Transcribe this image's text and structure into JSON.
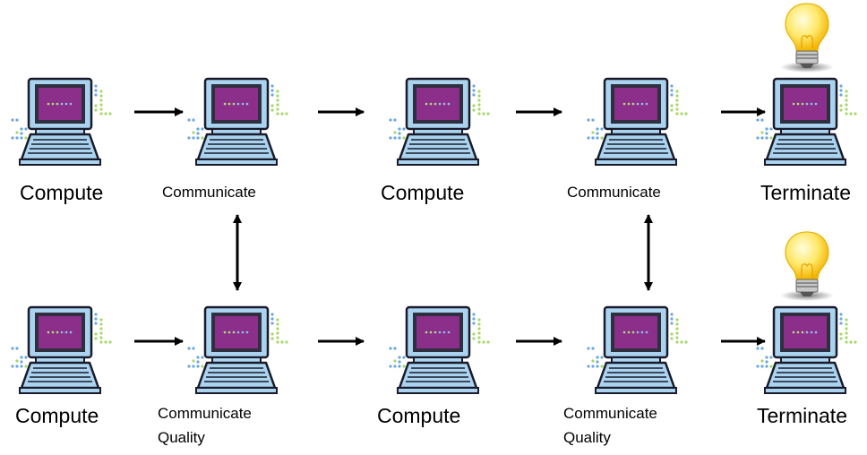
{
  "rows": [
    {
      "nodes": [
        {
          "label": "Compute"
        },
        {
          "label": "Communicate"
        },
        {
          "label": "Compute"
        },
        {
          "label": "Communicate"
        },
        {
          "label": "Terminate"
        }
      ]
    },
    {
      "nodes": [
        {
          "label": "Compute"
        },
        {
          "label": "Communicate",
          "label2": "Quality"
        },
        {
          "label": "Compute"
        },
        {
          "label": "Communicate",
          "label2": "Quality"
        },
        {
          "label": "Terminate"
        }
      ]
    }
  ],
  "icons": {
    "node": "laptop-computer-icon",
    "result": "lightbulb-icon"
  },
  "colors": {
    "screen": "#8b2f8b",
    "screen_bezel": "#2f2f3f",
    "body": "#a9d3ee",
    "dots_blue": "#6aa7e0",
    "dots_green": "#a8d86a",
    "bulb": "#ffe24a"
  }
}
